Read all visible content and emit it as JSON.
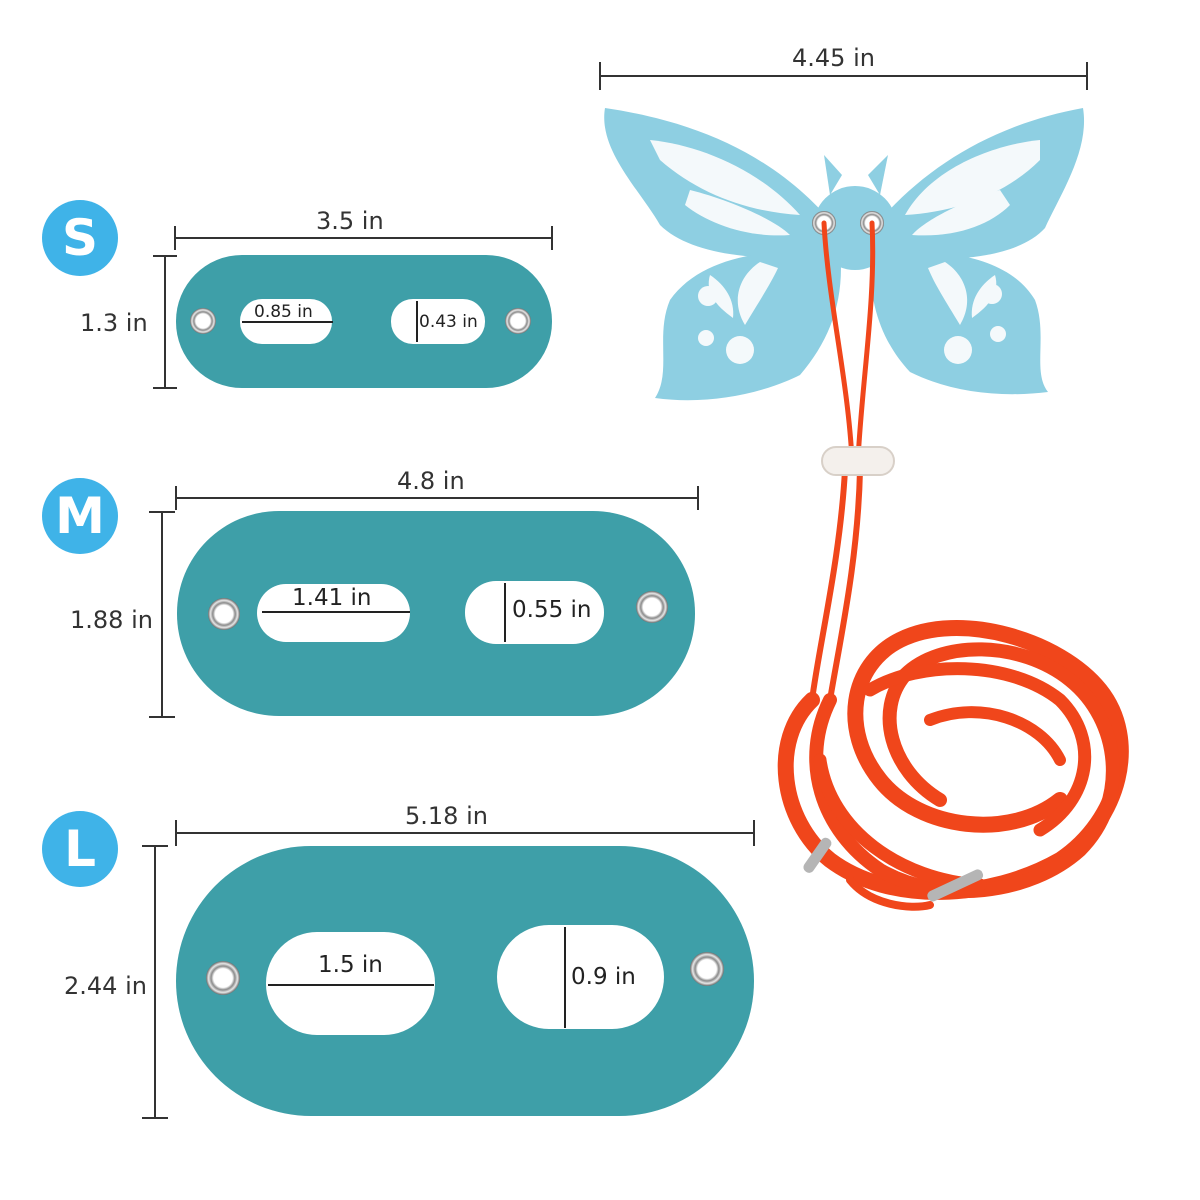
{
  "sizes": {
    "s": {
      "badge": "S",
      "width": "3.5 in",
      "height": "1.3 in",
      "hole_width": "0.85 in",
      "hole_height": "0.43 in"
    },
    "m": {
      "badge": "M",
      "width": "4.8 in",
      "height": "1.88 in",
      "hole_width": "1.41 in",
      "hole_height": "0.55 in"
    },
    "l": {
      "badge": "L",
      "width": "5.18 in",
      "height": "2.44 in",
      "hole_width": "1.5 in",
      "hole_height": "0.9 in"
    }
  },
  "butterfly": {
    "width": "4.45 in"
  },
  "colors": {
    "badge": "#3fb3e8",
    "strap": "#3e9fa8",
    "butterfly": "#8ecfe2",
    "rope": "#f0461b"
  }
}
